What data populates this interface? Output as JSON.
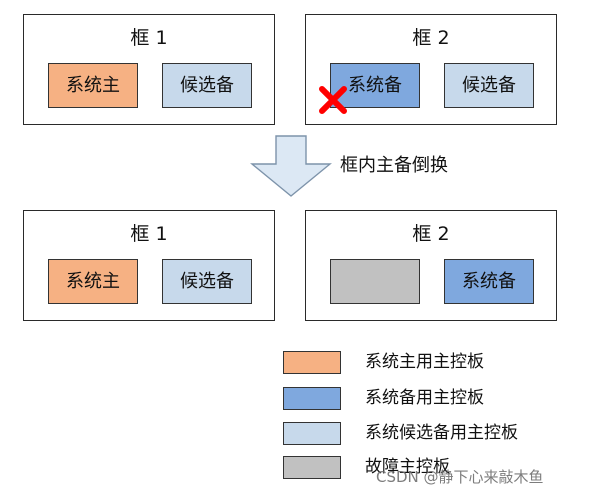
{
  "colors": {
    "system_master": "#F6B183",
    "system_standby": "#7FA8DE",
    "system_candidate": "#C7D9EB",
    "faulty": "#C1C1C1",
    "border": "#2A2A2A",
    "arrow_fill": "#DCE8F4",
    "arrow_stroke": "#7D93AA",
    "fault_mark": "#FF0000"
  },
  "before": {
    "frame1": {
      "title": "框 1",
      "left_board": {
        "label": "系统主",
        "role": "system_master"
      },
      "right_board": {
        "label": "候选备",
        "role": "system_candidate"
      }
    },
    "frame2": {
      "title": "框 2",
      "left_board": {
        "label": "系统备",
        "role": "system_standby",
        "fault_icon": "x-icon"
      },
      "right_board": {
        "label": "候选备",
        "role": "system_candidate"
      }
    }
  },
  "transition": {
    "label": "框内主备倒换",
    "icon": "down-arrow-icon"
  },
  "after": {
    "frame1": {
      "title": "框 1",
      "left_board": {
        "label": "系统主",
        "role": "system_master"
      },
      "right_board": {
        "label": "候选备",
        "role": "system_candidate"
      }
    },
    "frame2": {
      "title": "框 2",
      "left_board": {
        "label": "",
        "role": "faulty"
      },
      "right_board": {
        "label": "系统备",
        "role": "system_standby"
      }
    }
  },
  "legend": {
    "items": [
      {
        "label": "系统主用主控板",
        "role": "system_master"
      },
      {
        "label": "系统备用主控板",
        "role": "system_standby"
      },
      {
        "label": "系统候选备用主控板",
        "role": "system_candidate"
      },
      {
        "label": "故障主控板",
        "role": "faulty"
      }
    ]
  },
  "watermark": {
    "text": "CSDN @静下心来敲木鱼"
  }
}
